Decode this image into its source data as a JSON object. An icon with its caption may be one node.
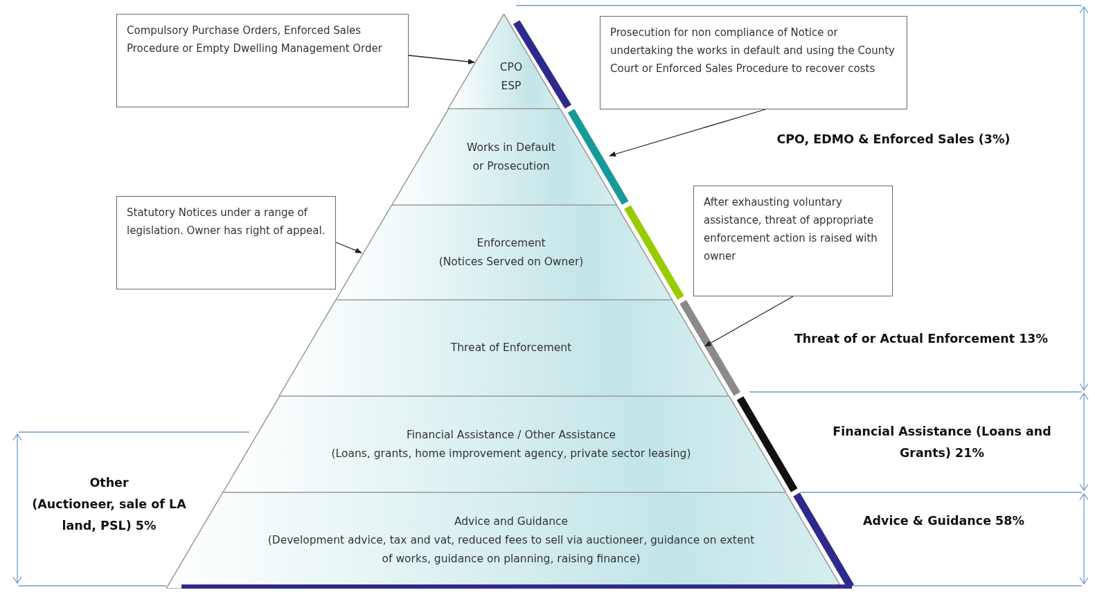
{
  "diagram": {
    "nodes": [
      {
        "text": [
          "CPO ESP"
        ]
      },
      {
        "text": [
          "Works in Default or Prosecution"
        ]
      },
      {
        "text": [
          "Enforcement",
          "(Notices Served on Owner)"
        ]
      },
      {
        "text": [
          "Threat of Enforcement"
        ]
      },
      {
        "text": [
          "Financial Assistance / Other Assistance",
          "(Loans, grants, home improvement  agency, private sector leasing)"
        ]
      },
      {
        "text": [
          "Advice and Guidance",
          "(Development  advice, tax and vat, reduced fees to sell via auctioneer, guidance  on extent of works, guidance  on planning,  raising finance)"
        ]
      },
      {
        "text": [
          "Compulsory Purchase Orders, Enforced Sales Procedure or Empty Dwelling Management Order"
        ]
      },
      {
        "text": [
          "Prosecution for non compliance of Notice or undertaking the works in default and using the County Court or Enforced Sales Procedure to recover costs"
        ]
      },
      {
        "text": [
          "Statutory Notices under a range of legislation. Owner has right of appeal."
        ]
      },
      {
        "text": [
          "After exhausting  voluntary assistance, threat of appropriate enforcement action is raised with owner"
        ]
      }
    ],
    "edges": [
      {
        "from": 6,
        "to": 0,
        "arrow": "to"
      },
      {
        "from": 7,
        "to": 1,
        "arrow": "to"
      },
      {
        "from": 8,
        "to": 2,
        "arrow": "to"
      },
      {
        "from": 9,
        "to": 3,
        "arrow": "to"
      }
    ],
    "labels": [
      "CPO, EDMO  & Enforced Sales  (3%)",
      "Threat of or Actual Enforcement 13%",
      "Financial Assistance (Loans and Grants)  21%",
      "Other",
      "(Auctioneer, sale of LA land, PSL)  5%",
      "Advice & Guidance 58%"
    ]
  }
}
